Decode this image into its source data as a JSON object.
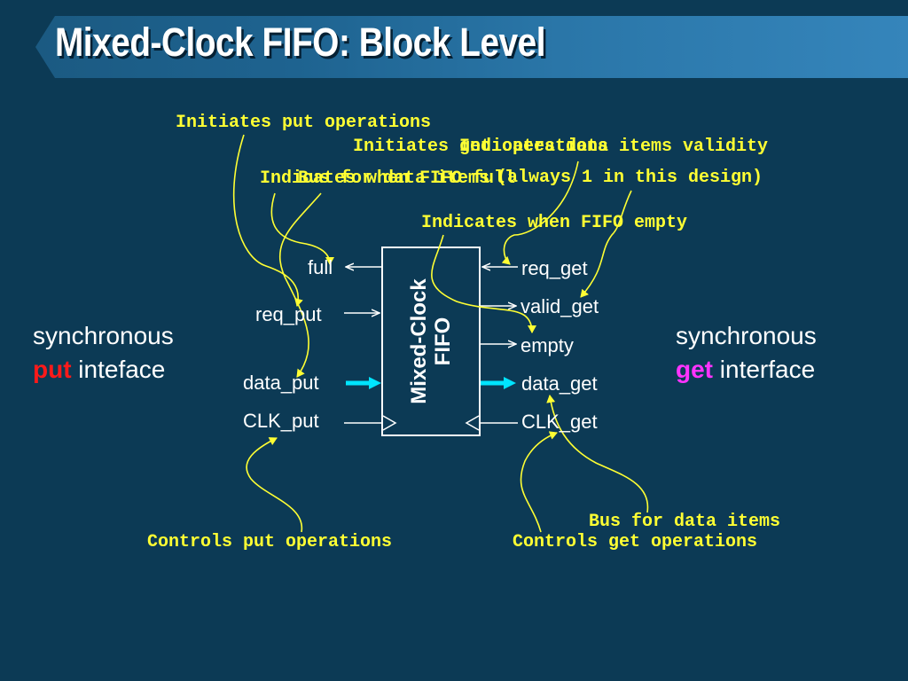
{
  "title": "Mixed-Clock FIFO:  Block Level",
  "block": {
    "line1": "Mixed-Clock",
    "line2": "FIFO"
  },
  "put_interface": {
    "line1": "synchronous",
    "keyword": "put",
    "rest": " inteface"
  },
  "get_interface": {
    "line1": "synchronous",
    "keyword": "get",
    "rest": " interface"
  },
  "signals": {
    "full": "full",
    "req_put": "req_put",
    "data_put": "data_put",
    "clk_put": "CLK_put",
    "req_get": "req_get",
    "valid_get": "valid_get",
    "empty": "empty",
    "data_get": "data_get",
    "clk_get": "CLK_get"
  },
  "annotations": {
    "initiates_put": "Initiates put operations",
    "initiates_get": "Initiates get operations",
    "indicates_validity": "Indicates data items validity",
    "always_one": "(always 1 in this design)",
    "indicates_full": "Indicates when FIFO full",
    "bus_put": "Bus for data items",
    "indicates_empty": "Indicates when FIFO empty",
    "controls_put": "Controls put operations",
    "controls_get": "Controls get operations",
    "bus_get": "Bus for data items"
  },
  "colors": {
    "background": "#0c3a55",
    "annotation": "#ffff33",
    "bus_arrow": "#00e5ff",
    "put_keyword": "#ff1a1a",
    "get_keyword": "#ff33ff"
  }
}
